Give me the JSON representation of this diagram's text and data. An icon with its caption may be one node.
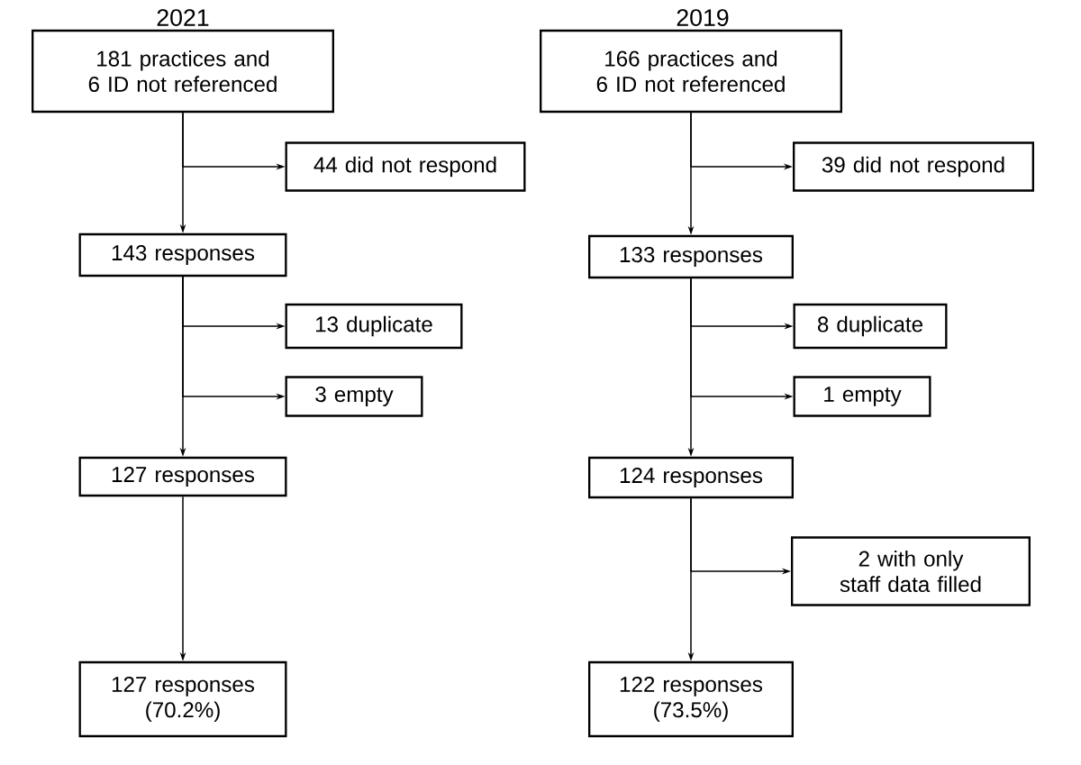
{
  "diagram": {
    "nodes": [
      {
        "text": [
          "181 practices and 6 ID not referenced"
        ]
      },
      {
        "text": [
          "44 did not respond"
        ]
      },
      {
        "text": [
          "143 responses"
        ]
      },
      {
        "text": [
          "13 duplicate"
        ]
      },
      {
        "text": [
          "3 empty"
        ]
      },
      {
        "text": [
          "127 responses"
        ]
      },
      {
        "text": [
          "127 responses (70.2%)"
        ]
      },
      {
        "text": [
          "166 practices and 6 ID not referenced"
        ]
      },
      {
        "text": [
          "39 did not respond"
        ]
      },
      {
        "text": [
          "133 responses"
        ]
      },
      {
        "text": [
          "8 duplicate"
        ]
      },
      {
        "text": [
          "1 empty"
        ]
      },
      {
        "text": [
          "124 responses"
        ]
      },
      {
        "text": [
          "2 with only staff data filled"
        ]
      },
      {
        "text": [
          "122 responses (73.5%)"
        ]
      }
    ],
    "edges": [
      {
        "from": 0,
        "to": 2,
        "arrow": "to"
      },
      {
        "from": 0,
        "to": 1,
        "arrow": "to"
      },
      {
        "from": 2,
        "to": 5,
        "arrow": "to"
      },
      {
        "from": 2,
        "to": 3,
        "arrow": "to"
      },
      {
        "from": 2,
        "to": 4,
        "arrow": "to"
      },
      {
        "from": 5,
        "to": 6,
        "arrow": "to"
      },
      {
        "from": 7,
        "to": 9,
        "arrow": "to"
      },
      {
        "from": 7,
        "to": 8,
        "arrow": "to"
      },
      {
        "from": 9,
        "to": 12,
        "arrow": "to"
      },
      {
        "from": 9,
        "to": 10,
        "arrow": "to"
      },
      {
        "from": 9,
        "to": 11,
        "arrow": "to"
      },
      {
        "from": 12,
        "to": 14,
        "arrow": "to"
      },
      {
        "from": 12,
        "to": 13,
        "arrow": "to"
      }
    ],
    "labels": [
      "2021",
      "2019"
    ]
  }
}
